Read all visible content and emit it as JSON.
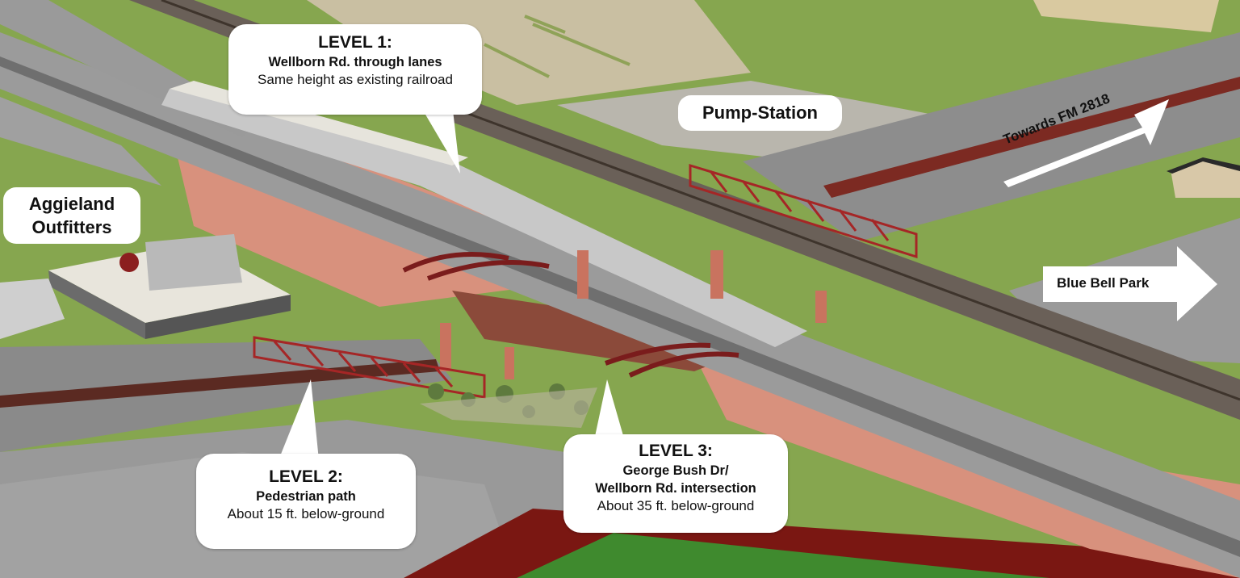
{
  "callouts": {
    "level1": {
      "heading": "LEVEL 1:",
      "line1": "Wellborn Rd. through lanes",
      "line2": "Same height as existing railroad"
    },
    "level2": {
      "heading": "LEVEL 2:",
      "line1": "Pedestrian path",
      "line2": "About 15 ft. below-ground"
    },
    "level3": {
      "heading": "LEVEL 3:",
      "line1": "George Bush Dr/",
      "line1b": "Wellborn Rd. intersection",
      "line2": "About 35 ft. below-ground"
    }
  },
  "places": {
    "aggieland_line1": "Aggieland",
    "aggieland_line2": "Outfitters",
    "pump_station": "Pump-Station",
    "towards_fm": "Towards FM 2818",
    "blue_bell_park": "Blue Bell Park"
  },
  "colors": {
    "grass": "#7fa24a",
    "road": "#8c8c8c",
    "embankment": "#d99a86",
    "truss": "#a32424",
    "rail": "#5a4a3c",
    "concrete": "#c9c6bd"
  }
}
